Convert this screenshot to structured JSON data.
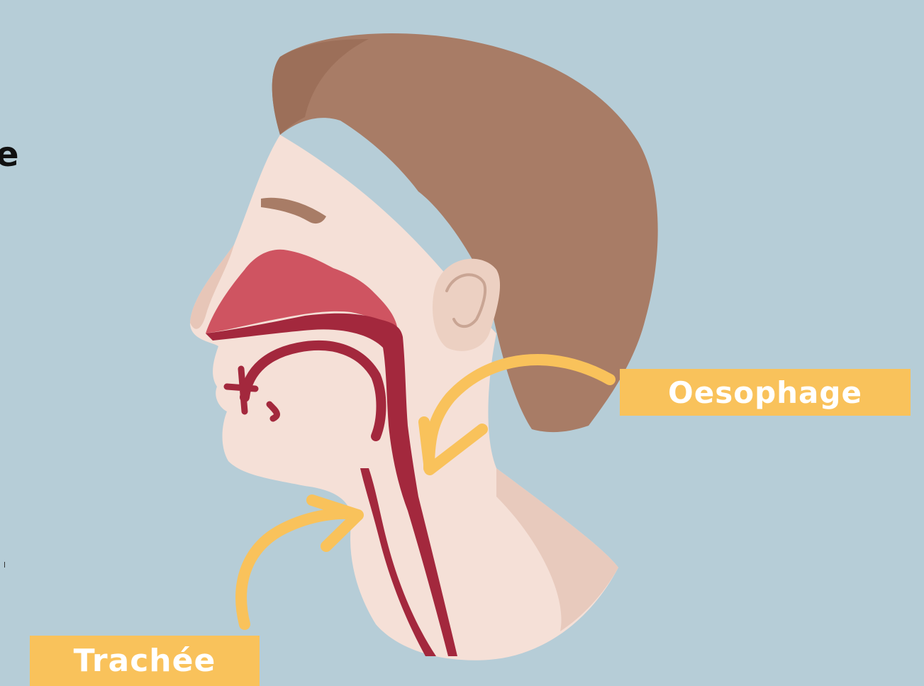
{
  "labels": {
    "oesophage": "Oesophage",
    "trachee": "Trachée",
    "partial_left_text": "e"
  },
  "colors": {
    "background": "#b6cdd7",
    "label_box": "#f9c25b",
    "label_text": "#ffffff",
    "hair": "#a87c66",
    "skin": "#f5e0d7",
    "skin_shadow": "#e0bbaa",
    "airway": "#a3283d",
    "nasal_cavity": "#cf5461",
    "arrow": "#f9c25b"
  }
}
